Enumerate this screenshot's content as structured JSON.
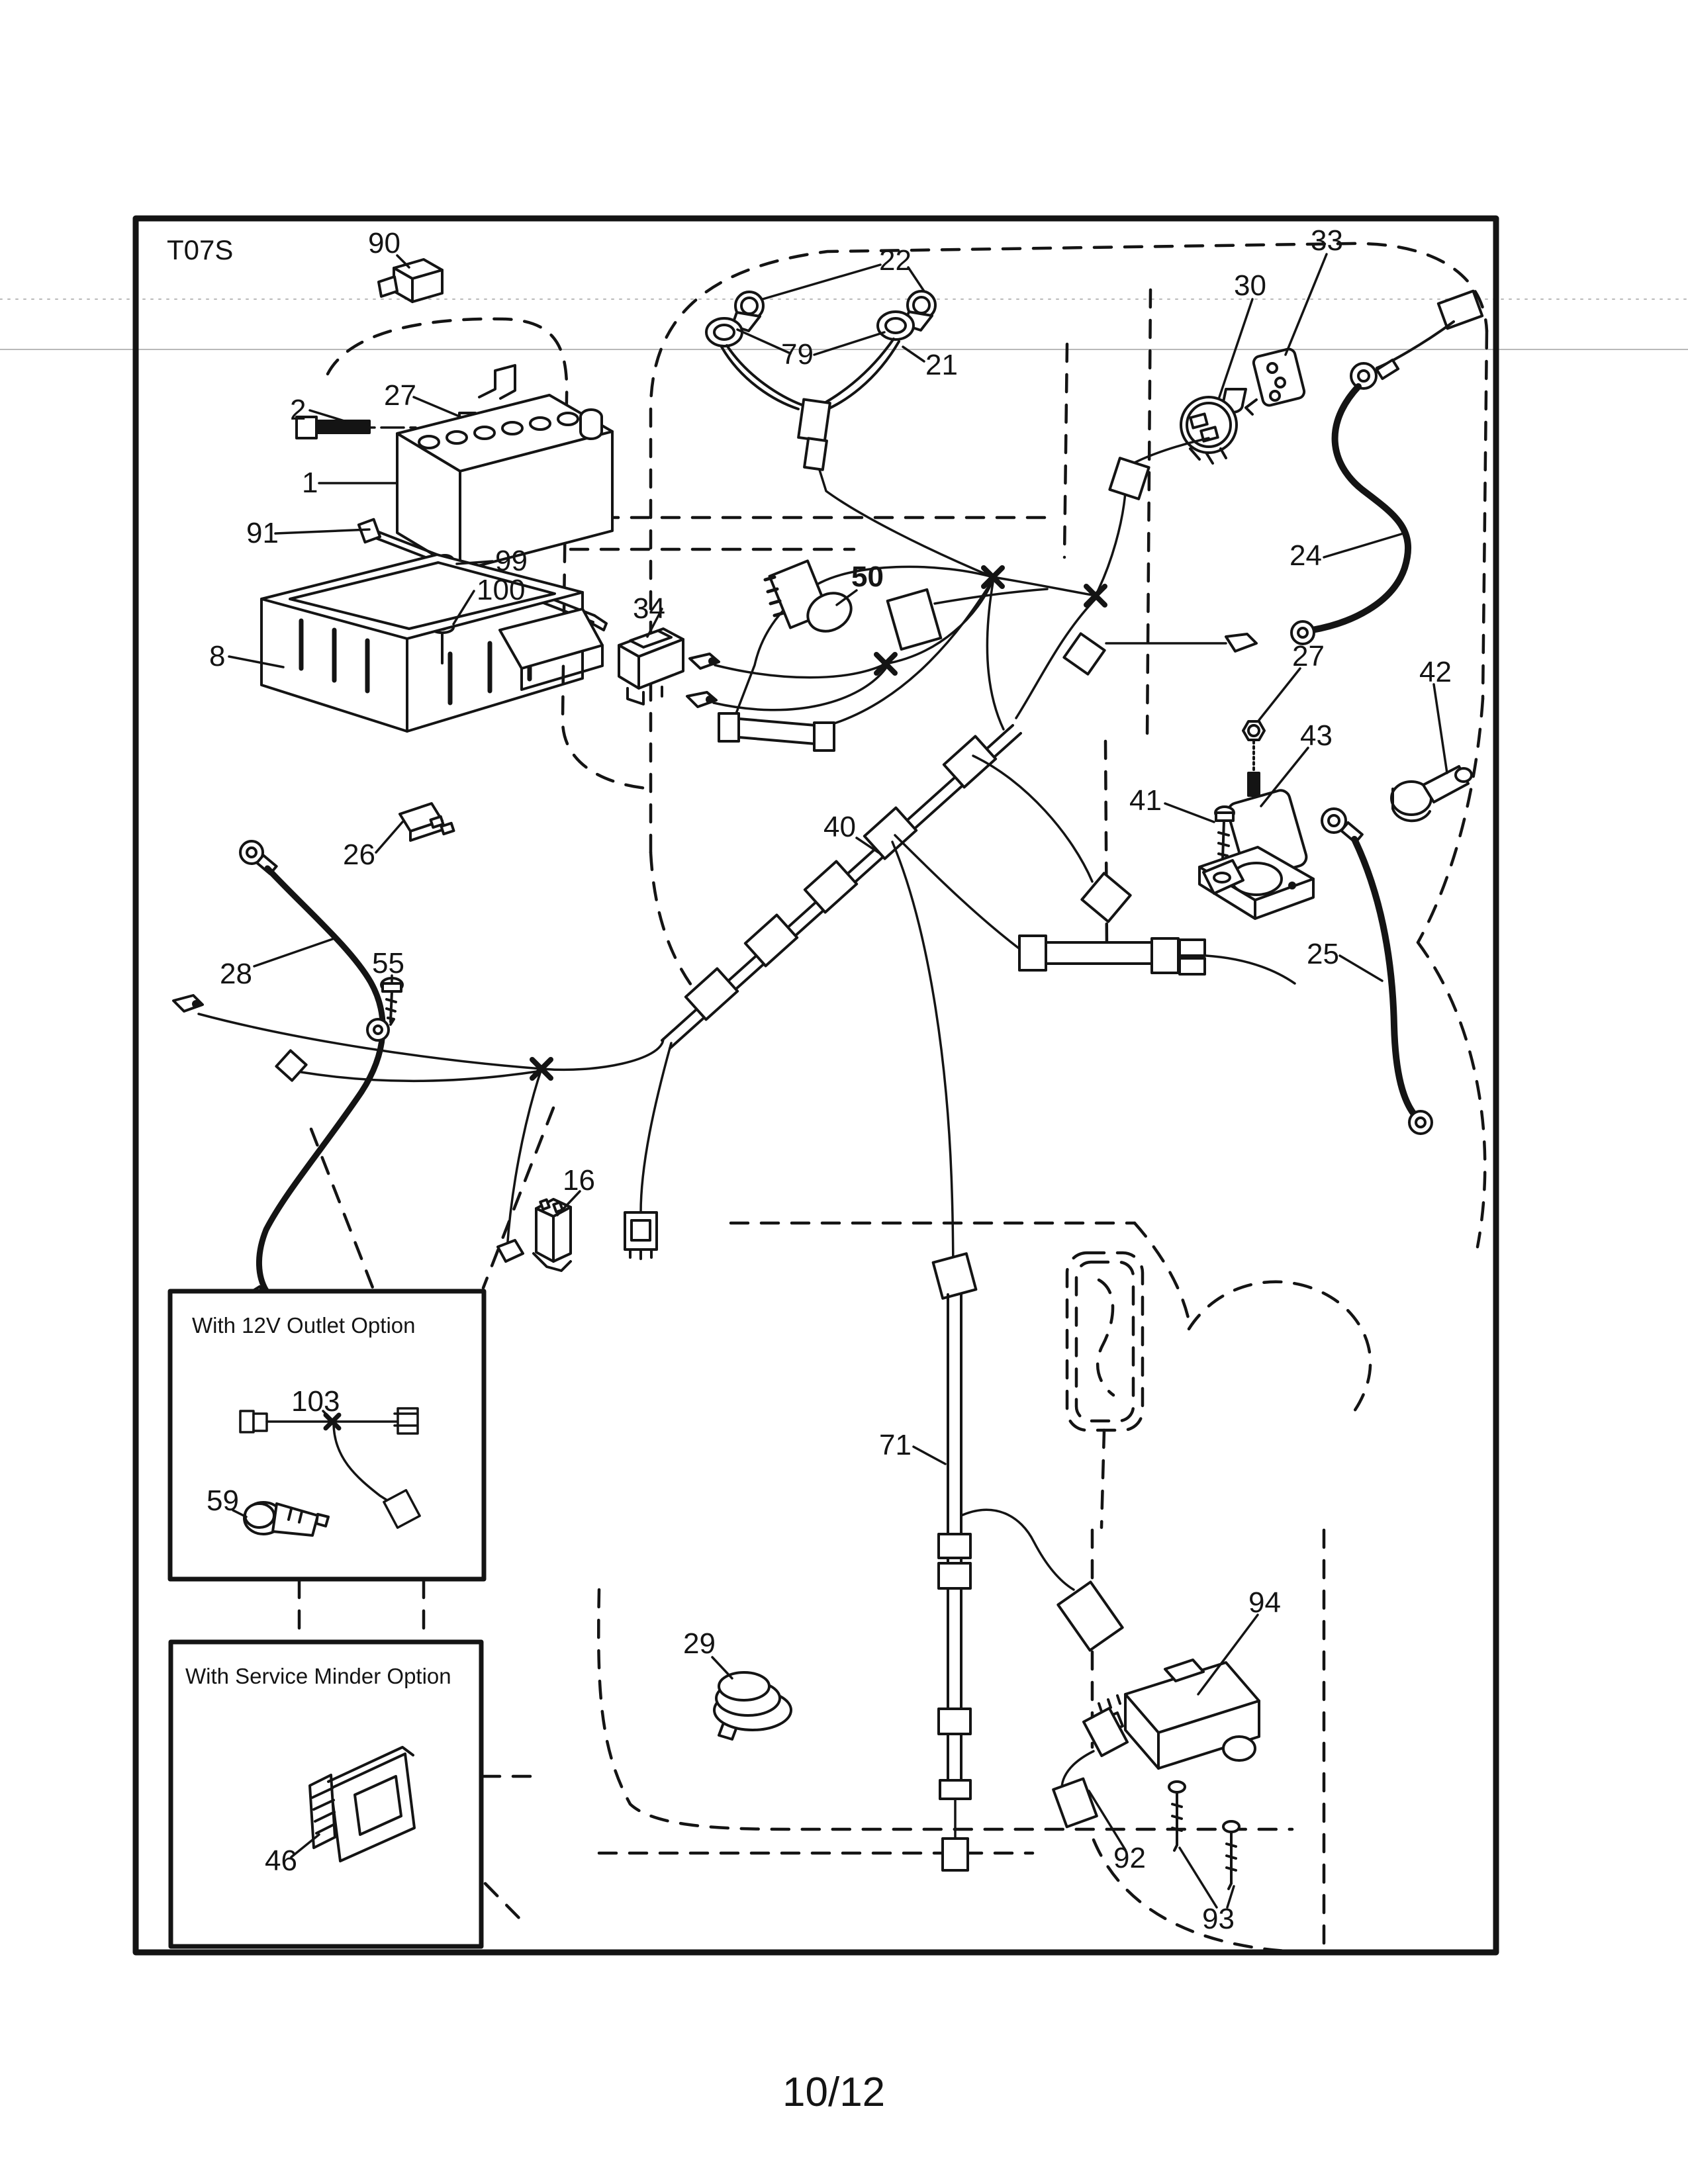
{
  "diagram": {
    "code": "T07S",
    "page_number": "10/12"
  },
  "option_boxes": {
    "outlet_title": "With 12V Outlet Option",
    "service_title": "With Service Minder Option"
  },
  "callouts": {
    "n1": "1",
    "n2": "2",
    "n8": "8",
    "n16": "16",
    "n21": "21",
    "n22": "22",
    "n24": "24",
    "n25": "25",
    "n26": "26",
    "n27": "27",
    "n28": "28",
    "n29": "29",
    "n30": "30",
    "n33": "33",
    "n34": "34",
    "n40": "40",
    "n41": "41",
    "n42": "42",
    "n43": "43",
    "n46": "46",
    "n50": "50",
    "n55": "55",
    "n59": "59",
    "n71": "71",
    "n79": "79",
    "n90": "90",
    "n91": "91",
    "n92": "92",
    "n93": "93",
    "n94": "94",
    "n99": "99",
    "n100": "100",
    "n103": "103"
  },
  "colors": {
    "ink": "#141414",
    "paper": "#ffffff"
  }
}
